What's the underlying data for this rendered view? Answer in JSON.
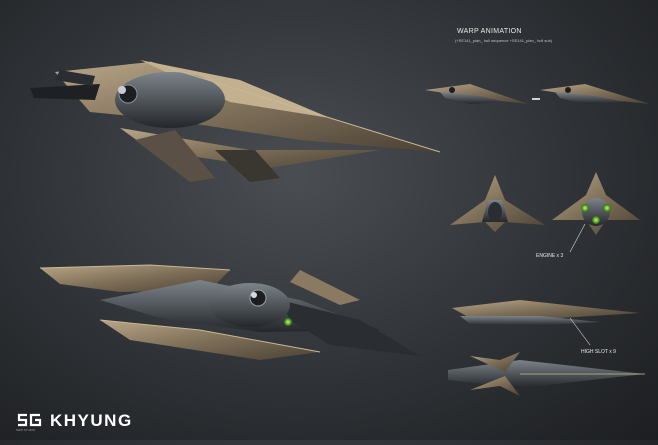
{
  "warp": {
    "title": "WARP ANIMATION",
    "caption": "(+SE141_pian_ hull sequence +SE141_pian_ hull sub)"
  },
  "callouts": {
    "engine": "ENGINE x 3",
    "high_slot": "HIGH SLOT x 9"
  },
  "brand": {
    "logo_text": "SG",
    "sub_text": "SHIP STUDIO",
    "ship_name": "KHYUNG"
  },
  "colors": {
    "background": "#34373b",
    "hull_tan": "#a08f73",
    "hull_dark": "#2a2d31",
    "engine_glow": "#7fdc3a"
  },
  "icons": {
    "logo": "sg-logo-icon"
  }
}
